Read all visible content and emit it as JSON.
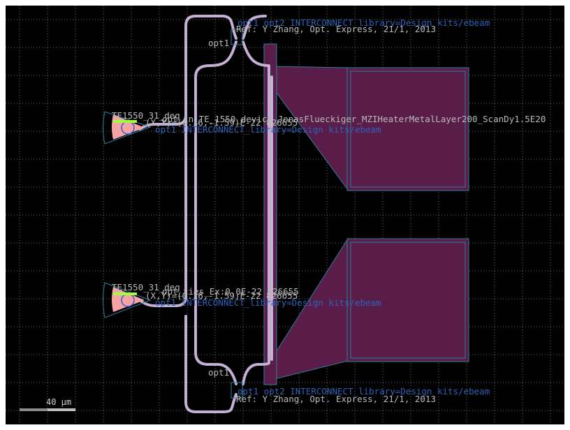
{
  "view": {
    "background": "#000000",
    "grid_color": "#8a8a8a",
    "waveguide_color": "#f2a6bd",
    "waveguide_outline": "#a0b4e0",
    "heater_fill": "#5a1d4a",
    "heater_edge": "#2f7f9a",
    "coupler_fill": "#f4a4a4",
    "marker_color": "#9fff3a"
  },
  "scale_bar": {
    "label": "40 µm"
  },
  "labels": {
    "top_lib": "opt1 opt2 INTERCONNECT_library=Design kits/ebeam",
    "top_ref": "Ref: Y Zhang, Opt. Express, 21/1, 2013",
    "top_port": "opt1",
    "bottom_lib": "opt1 opt2 INTERCONNECT_library=Design kits/ebeam",
    "bottom_ref": "Ref: Y Zhang, Opt. Express, 21/1, 2013",
    "bottom_port": "opt1",
    "gc_top_name": "TE1550_31_deg",
    "gc_top_overlay": "opt_in_TE_1550_device_JonasFlueckiger_MZIHeaterMetalLayer200_ScanDy1.5E20",
    "gc_top_coords": "(X,Y)=(0.16,-1.59)E-22 826655",
    "gc_top_lib": "opt1 INTERCONNECT_library=Design kits/ebeam",
    "gc_bottom_name": "TE1550_31_deg",
    "gc_bottom_overlay": "opt_ties_Ex:0.0E-22 826655",
    "gc_bottom_coords": "(X,Y)=(0.16,-1.59)E-22 826655",
    "gc_bottom_lib": "opt1 INTERCONNECT_library=Design kits/ebeam"
  }
}
